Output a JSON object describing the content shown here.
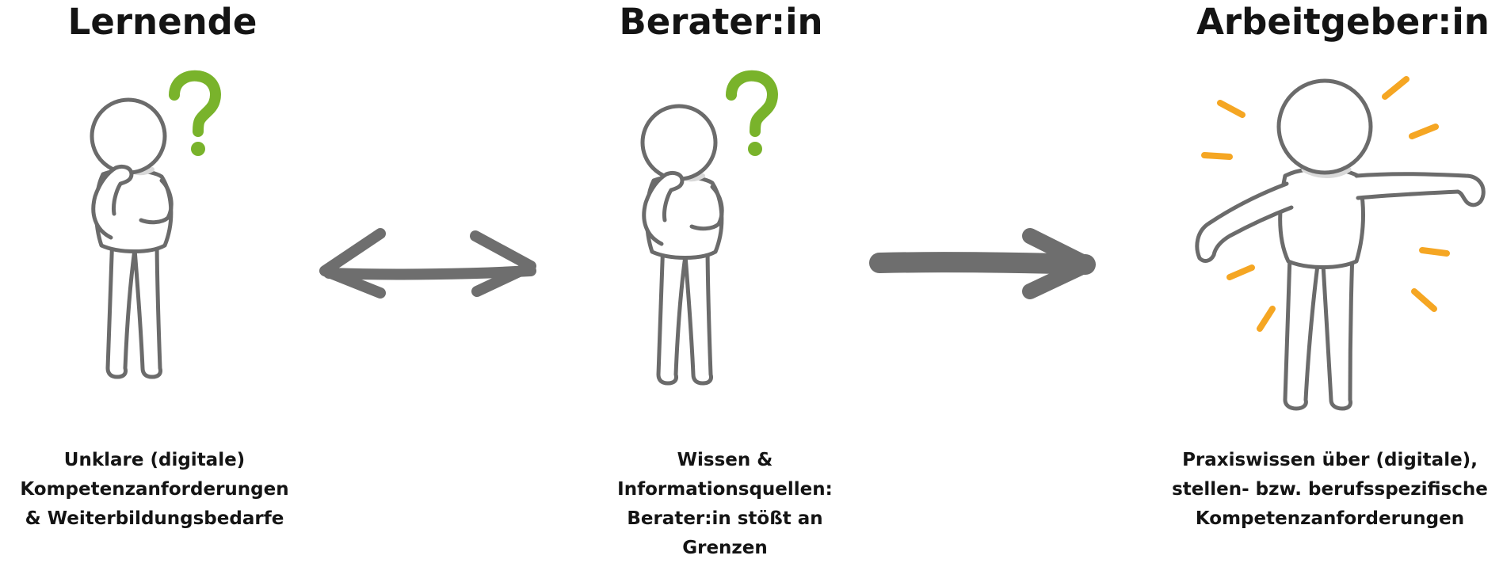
{
  "actors": [
    {
      "heading": "Lernende",
      "caption_lines": [
        "Unklare (digitale)",
        "Kompetenzanforderungen",
        "& Weiterbildungsbedarfe"
      ]
    },
    {
      "heading": "Berater:in",
      "caption_lines": [
        "Wissen &",
        "Informationsquellen:",
        "Berater:in stößt an",
        "Grenzen"
      ]
    },
    {
      "heading": "Arbeitgeber:in",
      "caption_lines": [
        "Praxiswissen über (digitale),",
        "stellen- bzw. berufsspezifische",
        "Kompetenzanforderungen"
      ]
    }
  ],
  "icons": {
    "learner_figure": "thinking-person-icon",
    "advisor_figure": "thinking-person-icon",
    "employer_figure": "presenting-person-icon",
    "question_mark": "question-mark-icon",
    "link_1_2": "double-arrow-icon",
    "link_2_3": "right-arrow-icon"
  },
  "colors": {
    "text": "#141414",
    "outline": "#6b6b6b",
    "question_mark": "#79b32b",
    "burst": "#f5a623",
    "arrow": "#6e6e6e"
  }
}
